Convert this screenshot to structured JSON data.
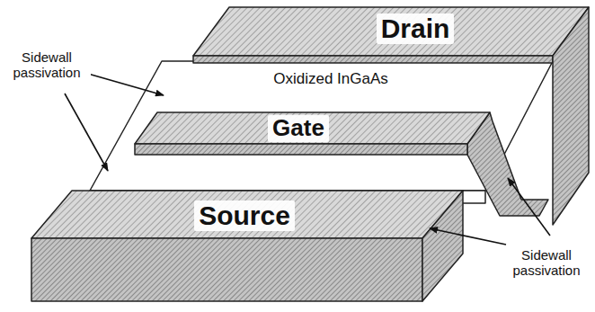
{
  "diagram": {
    "labels": [
      "Drain",
      "Oxidized InGaAs",
      "Gate",
      "Source",
      "Sidewall passivation",
      "Sidewall passivation"
    ]
  }
}
